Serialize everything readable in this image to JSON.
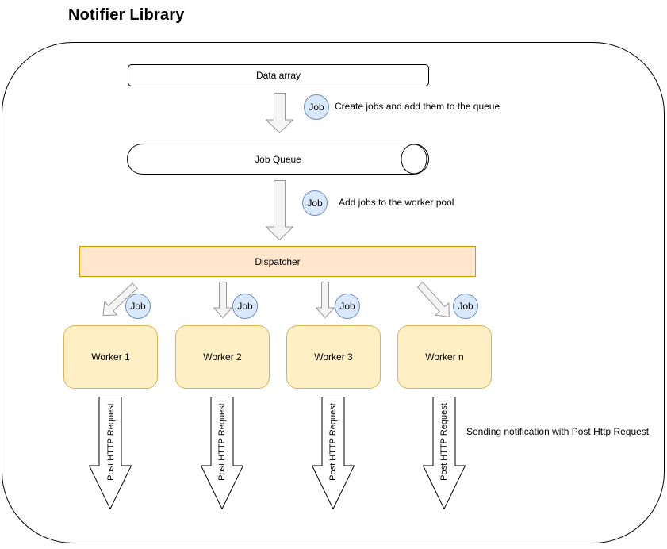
{
  "title": "Notifier Library",
  "nodes": {
    "data_array": "Data array",
    "job_queue": "Job Queue",
    "dispatcher": "Dispatcher",
    "workers": [
      "Worker 1",
      "Worker 2",
      "Worker 3",
      "Worker n"
    ]
  },
  "badge_label": "Job",
  "annotations": {
    "create_jobs": "Create jobs and add them to the queue",
    "add_jobs": "Add jobs to the worker pool",
    "sending": "Sending notification with Post Http Request"
  },
  "worker_arrow_label": "Post HTTP Request",
  "colors": {
    "badge_fill": "#dae8fc",
    "badge_border": "#6c8ebf",
    "dispatcher_fill": "#ffe6cc",
    "dispatcher_border": "#d79b00",
    "worker_fill": "#ffefc4",
    "worker_border": "#d6b656",
    "arrow_gray_fill": "#f4f4f4",
    "arrow_gray_stroke": "#999999",
    "arrow_white_fill": "#ffffff",
    "arrow_white_stroke": "#000000"
  }
}
